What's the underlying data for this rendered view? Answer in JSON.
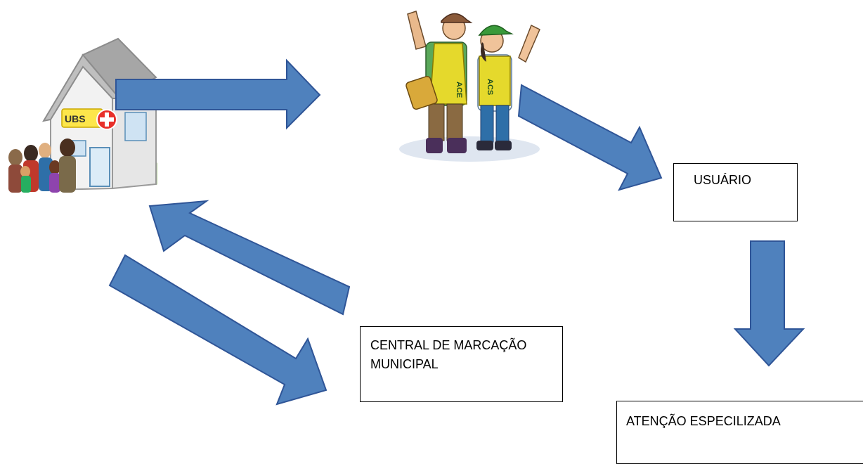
{
  "diagram": {
    "nodes": {
      "usuario": "USUÁRIO",
      "central": "CENTRAL DE MARCAÇÃO MUNICIPAL",
      "atencao": "ATENÇÃO ESPECILIZADA"
    },
    "ubs_sign": "UBS",
    "vest_left": "ACE",
    "vest_right": "ACS"
  },
  "colors": {
    "arrow_fill": "#4f81bd",
    "arrow_stroke": "#2f5597",
    "house_wall": "#f2f2f2",
    "house_roof": "#bfbfbf",
    "house_grass": "#92d050",
    "sign_yellow": "#fde64b",
    "cross_red": "#e8302a",
    "vest_yellow": "#e5d92c",
    "vest_green": "#3a9a3a"
  },
  "icons": [
    "ubs-house-icon",
    "community-people-icon",
    "health-agents-icon"
  ]
}
